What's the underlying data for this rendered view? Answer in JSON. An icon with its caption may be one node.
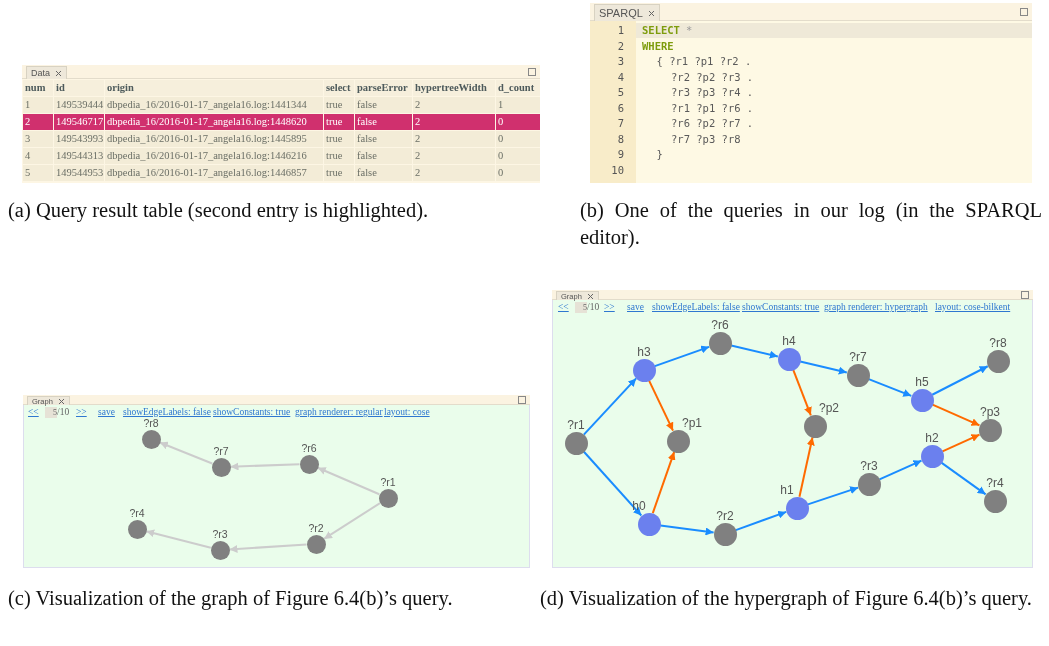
{
  "diagram": {
    "nodes": [
      {
        "text": [
          "?r8"
        ]
      },
      {
        "text": [
          "?r7"
        ]
      },
      {
        "text": [
          "?r6"
        ]
      },
      {
        "text": [
          "?r1"
        ]
      },
      {
        "text": [
          "?r4"
        ]
      },
      {
        "text": [
          "?r3"
        ]
      },
      {
        "text": [
          "?r2"
        ]
      },
      {
        "text": [
          "?r6"
        ]
      },
      {
        "text": [
          "h3"
        ]
      },
      {
        "text": [
          "h4"
        ]
      },
      {
        "text": [
          "?r7"
        ]
      },
      {
        "text": [
          "?r8"
        ]
      },
      {
        "text": [
          "h5"
        ]
      },
      {
        "text": [
          "?r1"
        ]
      },
      {
        "text": [
          "?p1"
        ]
      },
      {
        "text": [
          "?p2"
        ]
      },
      {
        "text": [
          "?p3"
        ]
      },
      {
        "text": [
          "h2"
        ]
      },
      {
        "text": [
          "?r4"
        ]
      },
      {
        "text": [
          "?r3"
        ]
      },
      {
        "text": [
          "h1"
        ]
      },
      {
        "text": [
          "h0"
        ]
      },
      {
        "text": [
          "?r2"
        ]
      }
    ],
    "edges": [
      {
        "from": 3,
        "to": 2,
        "arrow": "to",
        "color": "#cccccc"
      },
      {
        "from": 2,
        "to": 1,
        "arrow": "to",
        "color": "#cccccc"
      },
      {
        "from": 1,
        "to": 0,
        "arrow": "to",
        "color": "#cccccc"
      },
      {
        "from": 3,
        "to": 6,
        "arrow": "to",
        "color": "#cccccc"
      },
      {
        "from": 6,
        "to": 5,
        "arrow": "to",
        "color": "#cccccc"
      },
      {
        "from": 5,
        "to": 4,
        "arrow": "to",
        "color": "#cccccc"
      },
      {
        "from": 13,
        "to": 8,
        "arrow": "to"
      },
      {
        "from": 8,
        "to": 7,
        "arrow": "to"
      },
      {
        "from": 7,
        "to": 9,
        "arrow": "to"
      },
      {
        "from": 9,
        "to": 10,
        "arrow": "to"
      },
      {
        "from": 10,
        "to": 12,
        "arrow": "to"
      },
      {
        "from": 12,
        "to": 11,
        "arrow": "to"
      },
      {
        "from": 13,
        "to": 21,
        "arrow": "to"
      },
      {
        "from": 21,
        "to": 22,
        "arrow": "to"
      },
      {
        "from": 22,
        "to": 20,
        "arrow": "to"
      },
      {
        "from": 20,
        "to": 19,
        "arrow": "to"
      },
      {
        "from": 19,
        "to": 17,
        "arrow": "to"
      },
      {
        "from": 17,
        "to": 18,
        "arrow": "to"
      },
      {
        "from": 8,
        "to": 14,
        "arrow": "to",
        "color": "#ff6a00"
      },
      {
        "from": 21,
        "to": 14,
        "arrow": "to",
        "color": "#ff6a00"
      },
      {
        "from": 9,
        "to": 15,
        "arrow": "to",
        "color": "#ff6a00"
      },
      {
        "from": 20,
        "to": 15,
        "arrow": "to",
        "color": "#ff6a00"
      },
      {
        "from": 12,
        "to": 16,
        "arrow": "to",
        "color": "#ff6a00"
      },
      {
        "from": 17,
        "to": 16,
        "arrow": "to",
        "color": "#ff6a00"
      }
    ],
    "labels": [
      "Data",
      "num",
      "id",
      "origin",
      "select",
      "parseError",
      "hypertreeWidth",
      "d_count",
      "1",
      "149539444",
      "dbpedia_16/2016-01-17_angela16.log:1441344",
      "true",
      "false",
      "2",
      "1",
      "2",
      "149546717",
      "dbpedia_16/2016-01-17_angela16.log:1448620",
      "true",
      "false",
      "2",
      "0",
      "3",
      "149543993",
      "dbpedia_16/2016-01-17_angela16.log:1445895",
      "true",
      "false",
      "2",
      "0",
      "4",
      "149544313",
      "dbpedia_16/2016-01-17_angela16.log:1446216",
      "true",
      "false",
      "2",
      "0",
      "5",
      "149544953",
      "dbpedia_16/2016-01-17_angela16.log:1446857",
      "true",
      "false",
      "2",
      "0",
      "SPARQL",
      "1",
      "SELECT",
      "*",
      "2",
      "WHERE",
      "3",
      "{ ?r1 ?p1 ?r2 .",
      "4",
      "?r2 ?p2 ?r3 .",
      "5",
      "?r3 ?p3 ?r4 .",
      "6",
      "?r1 ?p1 ?r6 .",
      "7",
      "?r6 ?p2 ?r7 .",
      "8",
      "?r7 ?p3 ?r8",
      "9",
      "}",
      "10",
      "(a) Query result table (second entry is highlighted).",
      "(b) One of the queries in our log (in the SPARQL editor).",
      "Graph",
      "<<",
      "5",
      "/10",
      ">>",
      "save",
      "showEdgeLabels: false",
      "showConstants: true",
      "graph renderer: regular",
      "layout: cose",
      "Graph",
      "<<",
      "5",
      "/10",
      ">>",
      "save",
      "showEdgeLabels: false",
      "showConstants: true",
      "graph renderer: hypergraph",
      "layout: cose-bilkent",
      "(c) Visualization of the graph of Figure 6.4(b)’s query.",
      "(d) Visualization of the hypergraph of Figure 6.4(b)’s query."
    ]
  }
}
